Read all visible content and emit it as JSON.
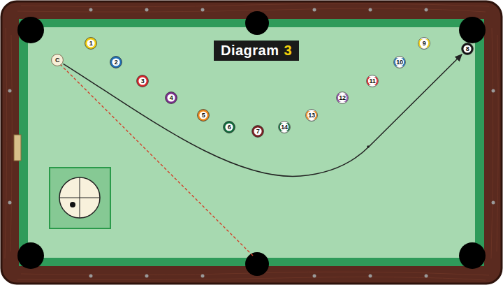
{
  "diagram": {
    "nodes": [
      {
        "text": [
          "Diagram",
          "3"
        ]
      },
      {
        "text": [
          "C"
        ]
      },
      {
        "text": [
          "1"
        ]
      },
      {
        "text": [
          "2"
        ]
      },
      {
        "text": [
          "3"
        ]
      },
      {
        "text": [
          "4"
        ]
      },
      {
        "text": [
          "5"
        ]
      },
      {
        "text": [
          "6"
        ]
      },
      {
        "text": [
          "7"
        ]
      },
      {
        "text": [
          "14"
        ]
      },
      {
        "text": [
          "13"
        ]
      },
      {
        "text": [
          "12"
        ]
      },
      {
        "text": [
          "11"
        ]
      },
      {
        "text": [
          "10"
        ]
      },
      {
        "text": [
          "9"
        ]
      },
      {
        "text": [
          "8"
        ]
      }
    ],
    "edges": [
      {
        "from": 1,
        "to": 15,
        "arrow": "to"
      }
    ]
  }
}
